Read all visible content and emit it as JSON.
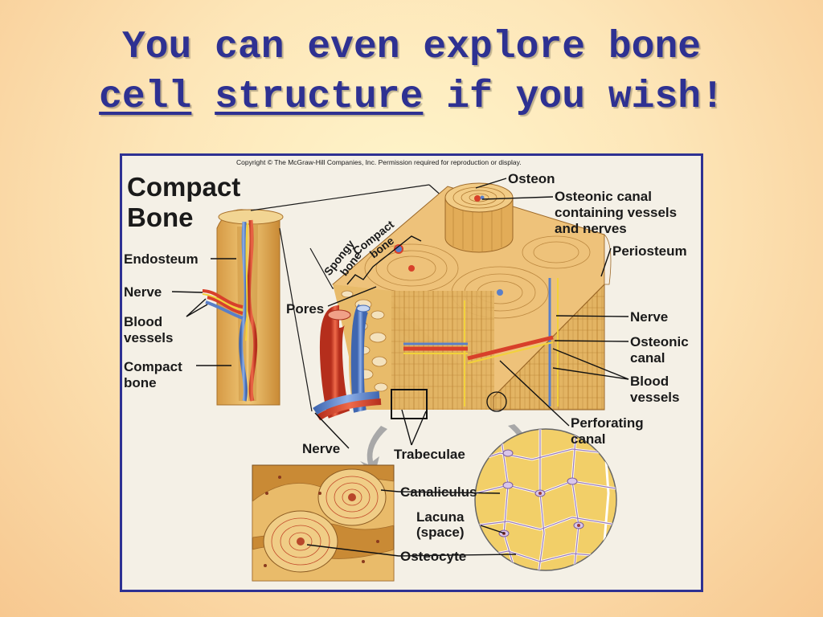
{
  "title": {
    "line1": "You can even explore bone",
    "word_cell": "cell",
    "word_structure": "structure",
    "line2_rest": " if you wish!"
  },
  "diagram": {
    "copyright": "Copyright © The McGraw-Hill Companies, Inc. Permission required for reproduction or display.",
    "heading_line1": "Compact",
    "heading_line2": "Bone",
    "labels": {
      "endosteum": "Endosteum",
      "nerve_left": "Nerve",
      "blood_left_1": "Blood",
      "blood_left_2": "vessels",
      "compact_1": "Compact",
      "compact_2": "bone",
      "pores": "Pores",
      "spongy_1": "Spongy",
      "spongy_2": "bone",
      "compact_diag_1": "Compact",
      "compact_diag_2": "bone",
      "osteon": "Osteon",
      "osteonic_canal_1": "Osteonic canal",
      "osteonic_canal_2": "containing vessels",
      "osteonic_canal_3": "and nerves",
      "periosteum": "Periosteum",
      "nerve_right": "Nerve",
      "osteonic_r1": "Osteonic",
      "osteonic_r2": "canal",
      "blood_right_1": "Blood",
      "blood_right_2": "vessels",
      "perforating_1": "Perforating",
      "perforating_2": "canal",
      "nerve_bottom": "Nerve",
      "trabeculae": "Trabeculae",
      "canaliculus": "Canaliculus",
      "lacuna_1": "Lacuna",
      "lacuna_2": "(space)",
      "osteocyte": "Osteocyte"
    },
    "colors": {
      "bone": "#e8b860",
      "bone_dark": "#c88a30",
      "artery": "#d8402a",
      "vein": "#5a7fc8",
      "nerve": "#f2d23a",
      "frame": "#2e3192"
    }
  }
}
